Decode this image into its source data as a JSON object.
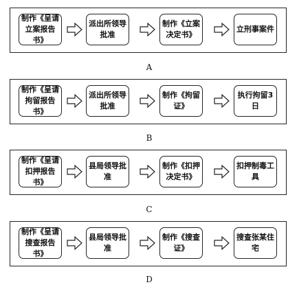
{
  "rows": [
    {
      "label": "A",
      "steps": [
        "制作《呈请立案报告书》",
        "派出所领导批准",
        "制作《立案决定书》",
        "立刑事案件"
      ]
    },
    {
      "label": "B",
      "steps": [
        "制作《呈请拘留报告书》",
        "派出所领导批准",
        "制作《拘留证》",
        "执行拘留3日"
      ]
    },
    {
      "label": "C",
      "steps": [
        "制作《呈请扣押报告书》",
        "县局领导批准",
        "制作《扣押决定书》",
        "扣押制毒工具"
      ]
    },
    {
      "label": "D",
      "steps": [
        "制作《呈请搜查报告书》",
        "县局领导批准",
        "制作《搜查证》",
        "搜查张某住宅"
      ]
    }
  ]
}
